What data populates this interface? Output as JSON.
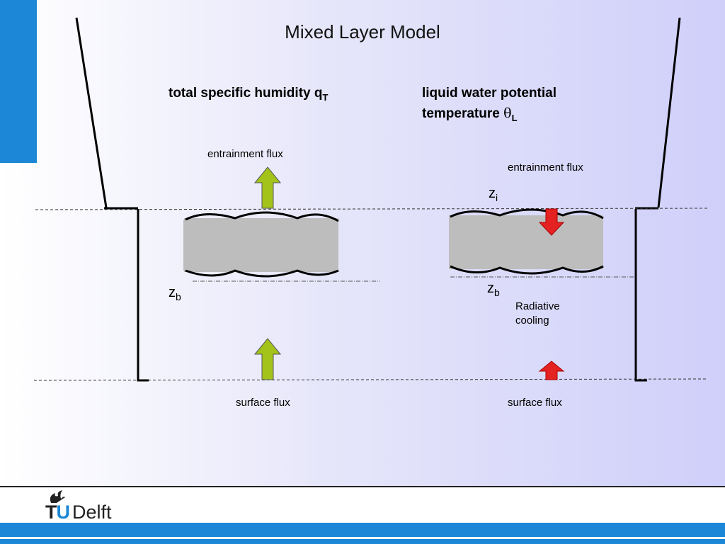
{
  "slide": {
    "title": "Mixed Layer Model",
    "left_heading": {
      "text": "total specific humidity q",
      "sub": "T"
    },
    "right_heading": {
      "line1": "liquid water potential",
      "line2": "temperature ",
      "symbol": "θ",
      "sub": "L"
    },
    "left": {
      "entrainment_label": "entrainment flux",
      "zb": {
        "base": "z",
        "sub": "b"
      },
      "surface_label": "surface flux"
    },
    "right": {
      "entrainment_label": "entrainment flux",
      "zi": {
        "base": "z",
        "sub": "i"
      },
      "zb": {
        "base": "z",
        "sub": "b"
      },
      "radiative_line1": "Radiative",
      "radiative_line2": "cooling",
      "surface_label": "surface flux"
    }
  },
  "colors": {
    "accent_blue": "#1b87d6",
    "green_arrow": "#a3c21a",
    "red_arrow": "#e52222",
    "cloud_fill": "#bdbdbd"
  },
  "icons": [
    "tu-delft-flame-icon",
    "up-arrow-icon",
    "down-arrow-icon"
  ],
  "footer": {
    "logo_tu": "TU",
    "logo_delft": "Delft"
  }
}
